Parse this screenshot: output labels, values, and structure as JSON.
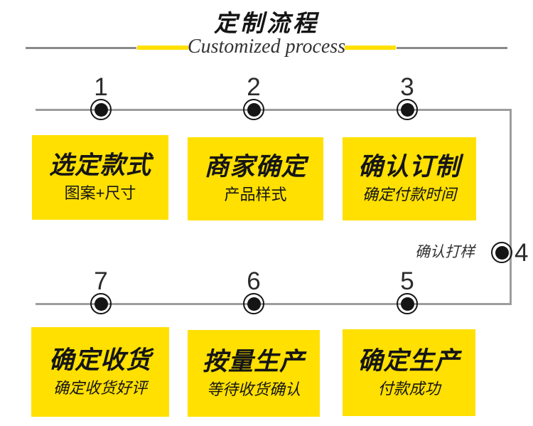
{
  "header": {
    "title": "定制流程",
    "subtitle": "Customized process"
  },
  "colors": {
    "yellow": "#ffe000",
    "lineGray": "#9d9d9d",
    "decorGray": "#8a8a8a",
    "ink": "#151515",
    "numberInk": "#2b2b2b"
  },
  "flow": {
    "top_steps": [
      {
        "number": "1",
        "title": "选定款式",
        "subtitle": "图案+尺寸"
      },
      {
        "number": "2",
        "title": "商家确定",
        "subtitle": "产品样式"
      },
      {
        "number": "3",
        "title": "确认订制",
        "subtitle": "确定付款时间"
      }
    ],
    "side_step": {
      "number": "4",
      "label": "确认打样"
    },
    "bottom_steps": [
      {
        "number": "7",
        "title": "确定收货",
        "subtitle": "确定收货好评"
      },
      {
        "number": "6",
        "title": "按量生产",
        "subtitle": "等待收货确认"
      },
      {
        "number": "5",
        "title": "确定生产",
        "subtitle": "付款成功"
      }
    ]
  }
}
